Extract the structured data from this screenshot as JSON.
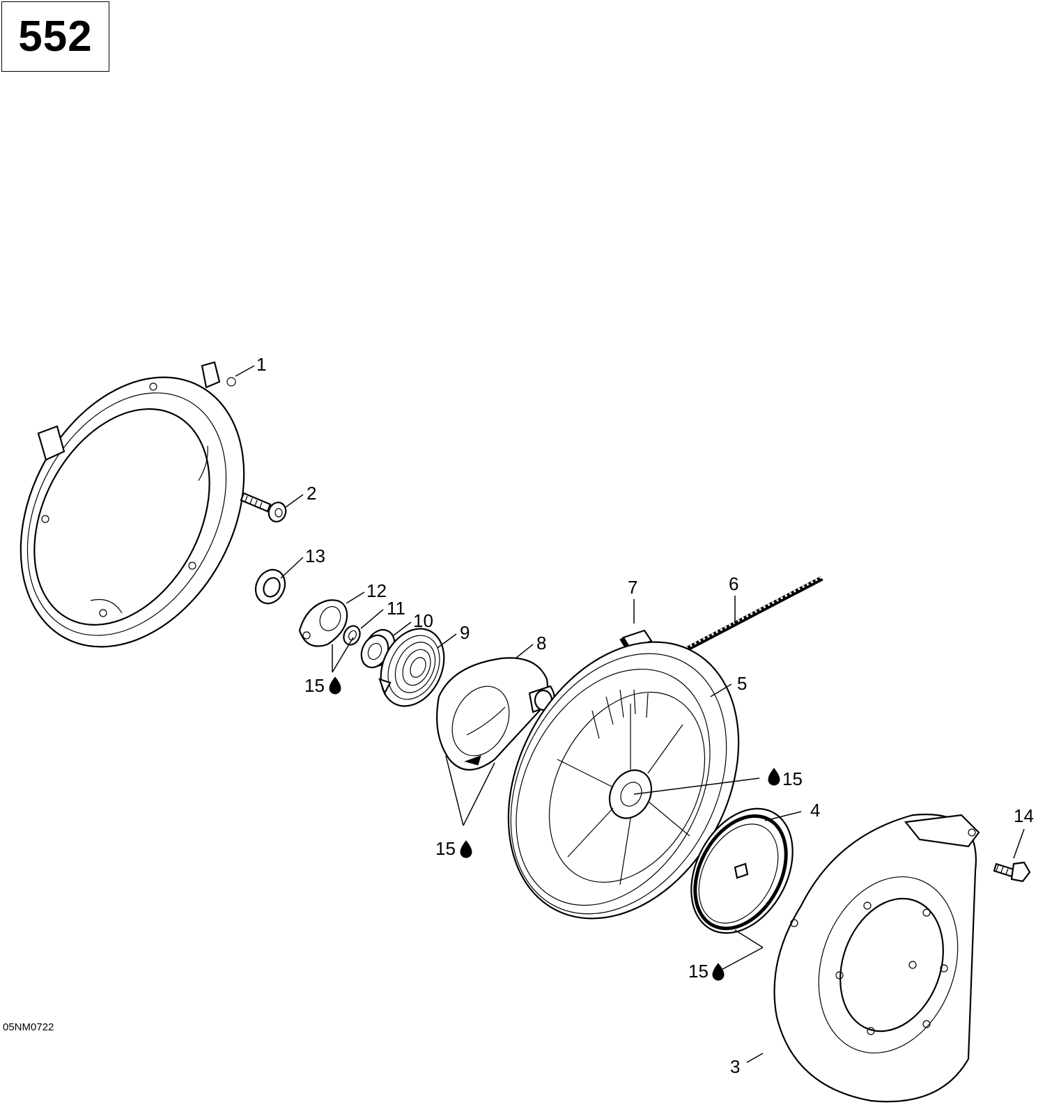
{
  "page_number": "552",
  "figure_reference": "05NM0722",
  "labels": [
    {
      "id": "1",
      "text": "1"
    },
    {
      "id": "2",
      "text": "2"
    },
    {
      "id": "3",
      "text": "3"
    },
    {
      "id": "4",
      "text": "4"
    },
    {
      "id": "5",
      "text": "5"
    },
    {
      "id": "6",
      "text": "6"
    },
    {
      "id": "7",
      "text": "7"
    },
    {
      "id": "8",
      "text": "8"
    },
    {
      "id": "9",
      "text": "9"
    },
    {
      "id": "10",
      "text": "10"
    },
    {
      "id": "11",
      "text": "11"
    },
    {
      "id": "12",
      "text": "12"
    },
    {
      "id": "13",
      "text": "13"
    },
    {
      "id": "14",
      "text": "14"
    },
    {
      "id": "15a",
      "text": "15"
    },
    {
      "id": "15b",
      "text": "15"
    },
    {
      "id": "15c",
      "text": "15"
    },
    {
      "id": "15d",
      "text": "15"
    }
  ],
  "icons": {
    "lubricant": "oil-drop-icon"
  }
}
